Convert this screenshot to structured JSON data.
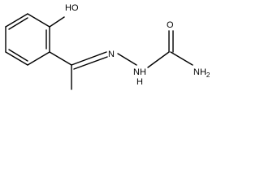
{
  "molecule": {
    "atoms": {
      "hydroxyl": "HO",
      "imine_nitrogen": "N",
      "hydrazine_nh": "NH",
      "hydrazine_h": "H",
      "carbonyl_oxygen": "O",
      "amide_nh2": "NH",
      "amide_subscript": "2"
    }
  },
  "colors": {
    "bond": "#000000",
    "label": "#000000",
    "background": "#ffffff"
  }
}
